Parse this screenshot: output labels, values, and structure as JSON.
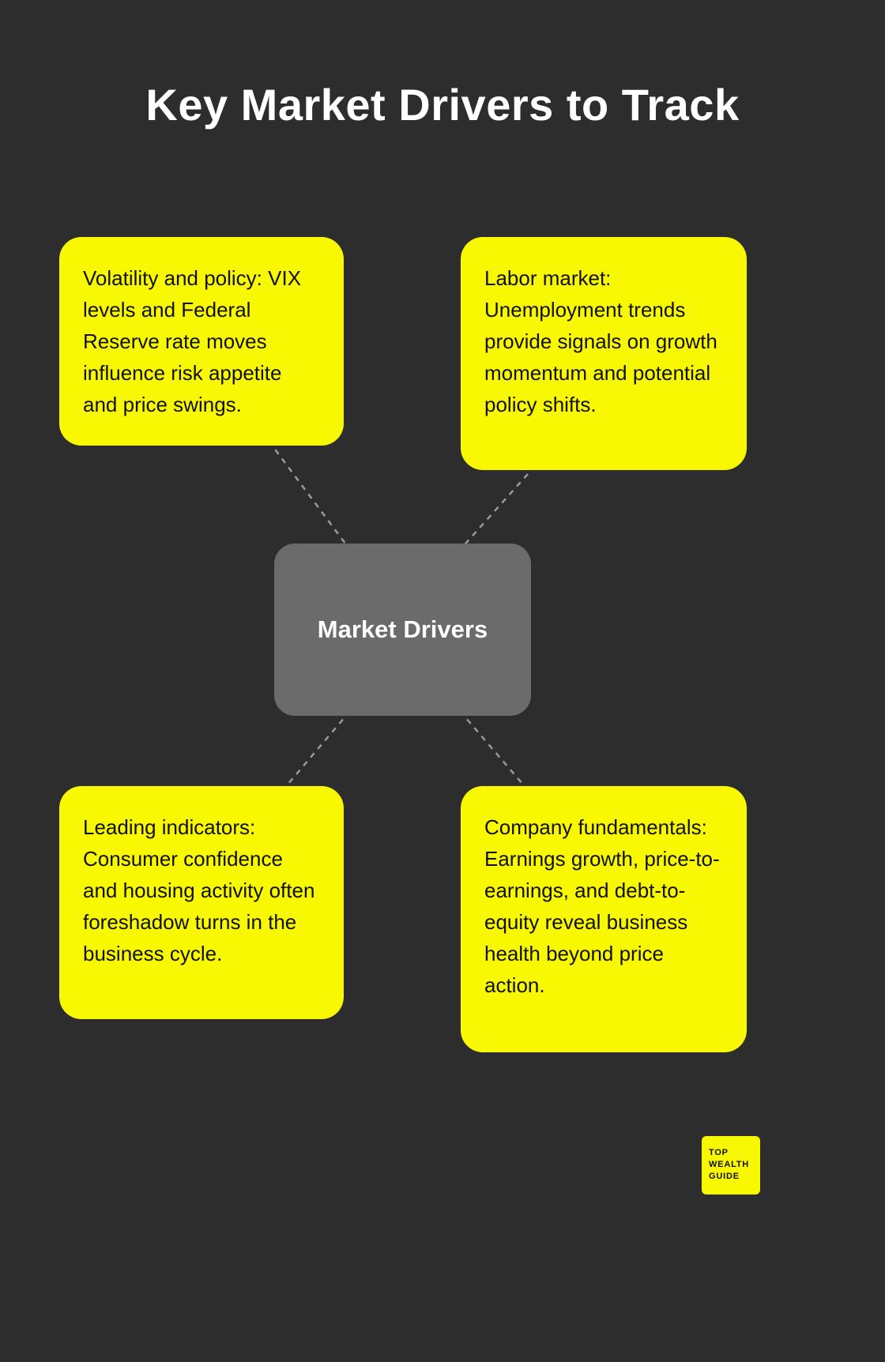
{
  "page": {
    "title": "Key Market Drivers to Track",
    "background_color": "#2e2d2d"
  },
  "center_node": {
    "label": "Market Drivers",
    "color": "#6b6b6b",
    "text_color": "#ffffff"
  },
  "cards": [
    {
      "position": "top-left",
      "text": "Volatility and policy: VIX levels and Federal Reserve rate moves influence risk appetite and price swings."
    },
    {
      "position": "top-right",
      "text": "Labor market: Unemployment trends provide signals on growth momentum and potential policy shifts."
    },
    {
      "position": "bottom-left",
      "text": "Leading indicators: Consumer confidence and housing activity often foreshadow turns in the business cycle."
    },
    {
      "position": "bottom-right",
      "text": "Company fundamentals: Earnings growth, price-to-earnings, and debt-to-equity reveal business health beyond price action."
    }
  ],
  "badge": {
    "line1": "TOP",
    "line2": "WEALTH",
    "line3": "GUIDE"
  },
  "colors": {
    "card_yellow": "#f8f803",
    "center_gray": "#6b6b6b",
    "connector_gray": "#9a9a9a",
    "title_white": "#ffffff",
    "card_text": "#111111"
  }
}
